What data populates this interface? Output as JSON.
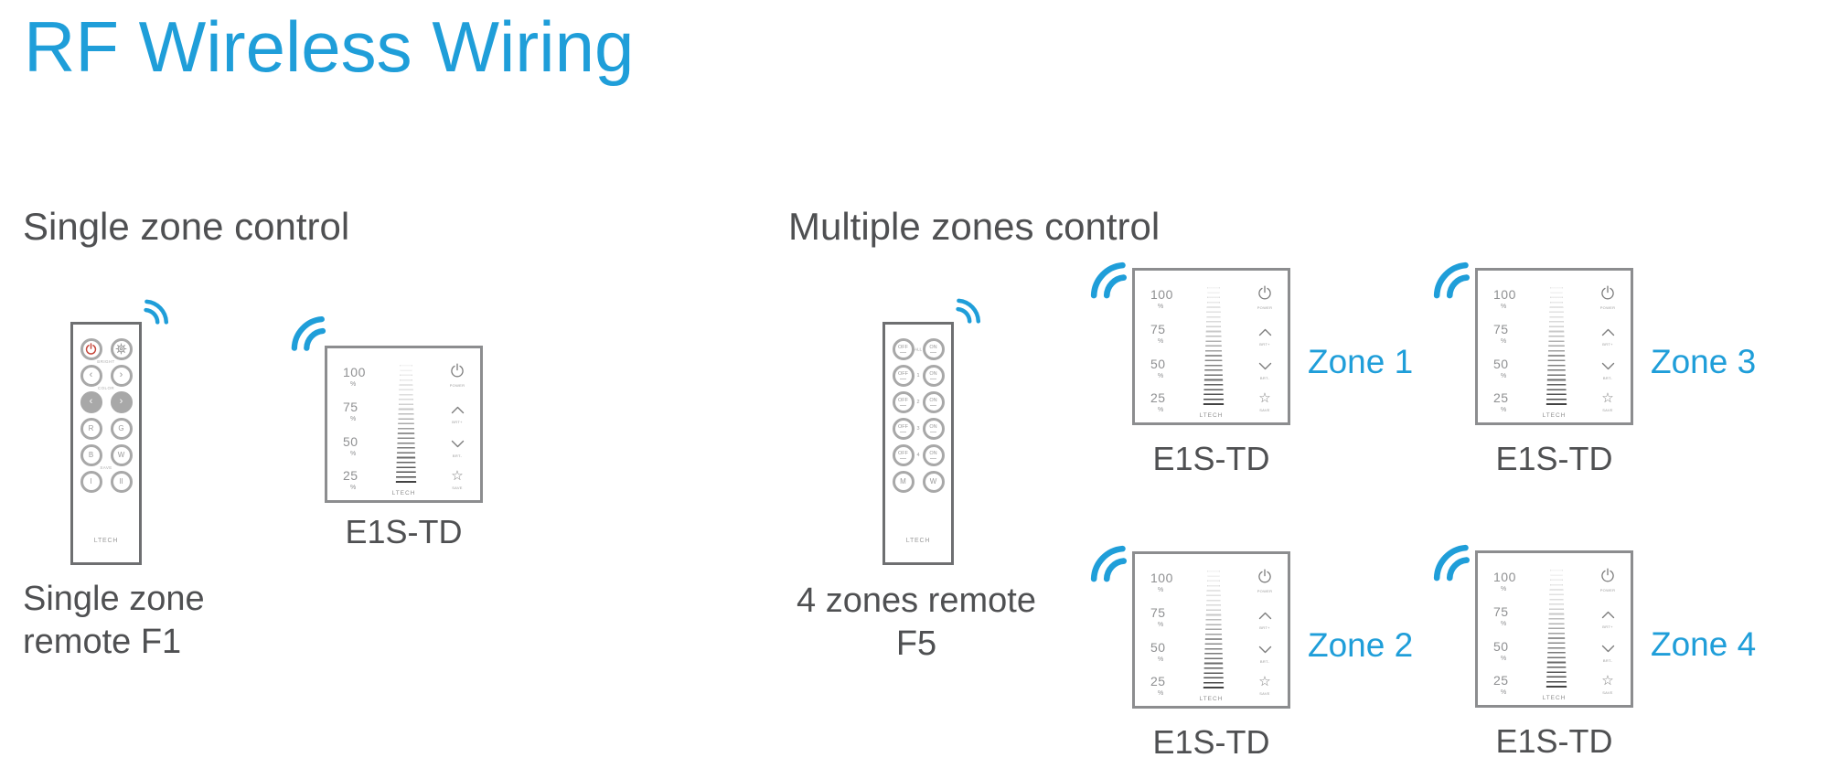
{
  "title": "RF Wireless Wiring",
  "colors": {
    "accent": "#1f9ed9",
    "ink": "#4f5052"
  },
  "single": {
    "heading": "Single zone control",
    "caption_line1": "Single zone",
    "caption_line2": "remote F1",
    "panel_model": "E1S-TD"
  },
  "multi": {
    "heading": "Multiple zones control",
    "caption_line1": "4 zones remote",
    "caption_line2": "F5",
    "zones": [
      {
        "zone": "Zone 1",
        "model": "E1S-TD"
      },
      {
        "zone": "Zone 2",
        "model": "E1S-TD"
      },
      {
        "zone": "Zone 3",
        "model": "E1S-TD"
      },
      {
        "zone": "Zone 4",
        "model": "E1S-TD"
      }
    ]
  },
  "panel": {
    "scale_labels": [
      "100",
      "75",
      "50",
      "25"
    ],
    "percent_symbol": "%",
    "touch_keys": [
      {
        "icon": "power-icon",
        "label": "POWER"
      },
      {
        "icon": "chevron-up-icon",
        "label": "BRT+"
      },
      {
        "icon": "chevron-down-icon",
        "label": "BRT-"
      },
      {
        "icon": "star-icon",
        "label": "SAVE"
      }
    ],
    "brand": "LTECH"
  },
  "remote_f1": {
    "brand": "LTECH",
    "group_labels": {
      "bright": "BRIGHT",
      "color": "COLOR",
      "save": "SAVE"
    },
    "keys": {
      "row2_left": "‹",
      "row2_right": "›",
      "row3_left": "‹",
      "row3_right": "›",
      "row4_left": "R",
      "row4_right": "G",
      "row5_left": "B",
      "row5_right": "W",
      "row6_left": "I",
      "row6_right": "II"
    }
  },
  "remote_f5": {
    "brand": "LTECH",
    "rows": [
      {
        "left": "OFF",
        "mid": "ALL",
        "right": "ON"
      },
      {
        "left": "OFF",
        "mid": "1",
        "right": "ON"
      },
      {
        "left": "OFF",
        "mid": "2",
        "right": "ON"
      },
      {
        "left": "OFF",
        "mid": "3",
        "right": "ON"
      },
      {
        "left": "OFF",
        "mid": "4",
        "right": "ON"
      },
      {
        "left": "M",
        "mid": "",
        "right": "W"
      }
    ]
  }
}
